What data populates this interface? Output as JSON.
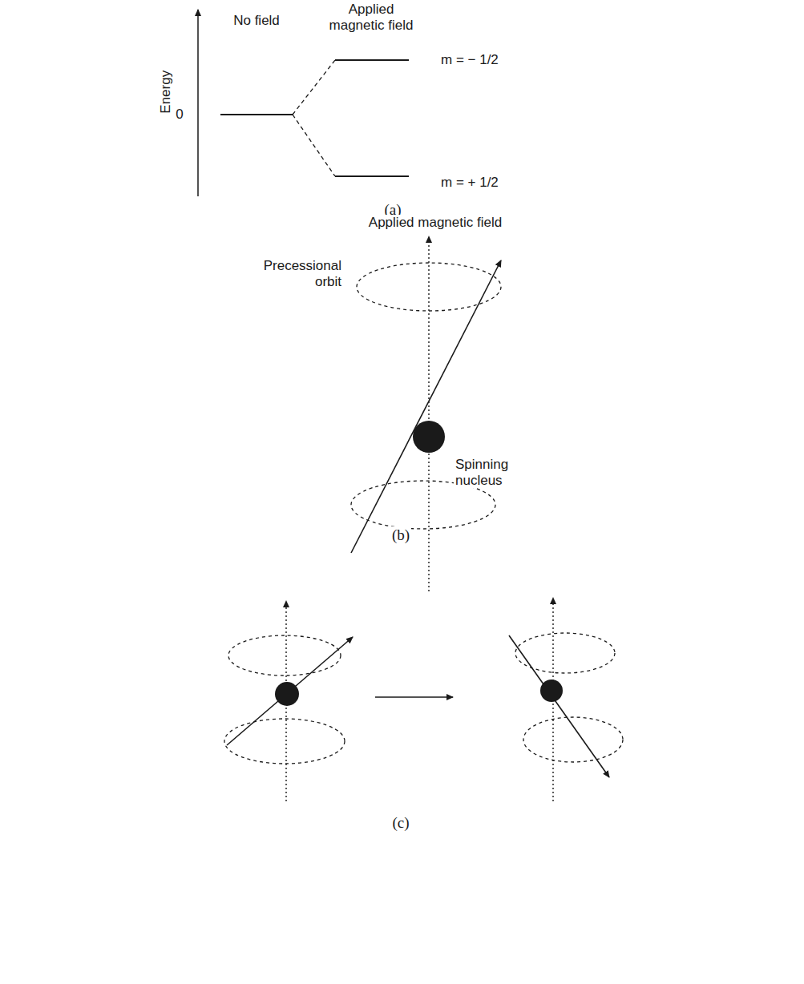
{
  "diagram": {
    "labels": [
      "No field",
      "Applied magnetic field",
      "Energy",
      "0",
      "m = − 1/2",
      "m = + 1/2",
      "(a)",
      "Applied magnetic field",
      "Precessional orbit",
      "Spinning nucleus",
      "(b)",
      "(c)"
    ]
  }
}
